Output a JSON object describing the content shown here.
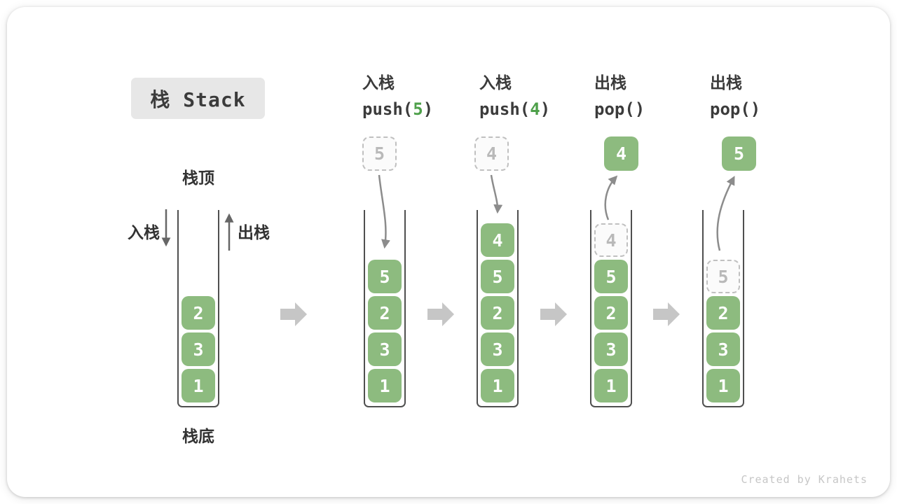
{
  "title_badge": "栈 Stack",
  "watermark": "Created by Krahets",
  "legend": {
    "stack_top": "栈顶",
    "stack_bottom": "栈底",
    "push": "入栈",
    "pop": "出栈"
  },
  "operations": [
    {
      "title": "入栈",
      "code_pre": "push(",
      "code_arg": "5",
      "code_post": ")"
    },
    {
      "title": "入栈",
      "code_pre": "push(",
      "code_arg": "4",
      "code_post": ")"
    },
    {
      "title": "出栈",
      "code_pre": "pop()",
      "code_arg": "",
      "code_post": ""
    },
    {
      "title": "出栈",
      "code_pre": "pop()",
      "code_arg": "",
      "code_post": ""
    }
  ],
  "floating_boxes": [
    {
      "value": "5",
      "style": "ghost"
    },
    {
      "value": "4",
      "style": "ghost"
    },
    {
      "value": "4",
      "style": "solid"
    },
    {
      "value": "5",
      "style": "solid"
    }
  ],
  "cells_order": "bottom_to_top",
  "stacks": [
    {
      "state": "initial",
      "cells": [
        {
          "value": "1"
        },
        {
          "value": "3"
        },
        {
          "value": "2"
        }
      ]
    },
    {
      "state": "after-push-5",
      "cells": [
        {
          "value": "1"
        },
        {
          "value": "3"
        },
        {
          "value": "2"
        },
        {
          "value": "5"
        }
      ]
    },
    {
      "state": "after-push-4",
      "cells": [
        {
          "value": "1"
        },
        {
          "value": "3"
        },
        {
          "value": "2"
        },
        {
          "value": "5"
        },
        {
          "value": "4"
        }
      ]
    },
    {
      "state": "after-pop-4",
      "cells": [
        {
          "value": "1"
        },
        {
          "value": "3"
        },
        {
          "value": "2"
        },
        {
          "value": "5"
        },
        {
          "value": "4",
          "ghost": true
        }
      ]
    },
    {
      "state": "after-pop-5",
      "cells": [
        {
          "value": "1"
        },
        {
          "value": "3"
        },
        {
          "value": "2"
        },
        {
          "value": "5",
          "ghost": true
        }
      ]
    }
  ],
  "colors": {
    "element_green": "#8dbb7f",
    "code_arg_green": "#4ea04a",
    "text_dark": "#3b3b3b",
    "ghost_gray": "#c0c0c0",
    "container_line": "#4f4f4f",
    "flow_arrow_gray": "#c6c6c6",
    "motion_arrow_gray": "#8c8c8c",
    "badge_bg": "#e7e7e7",
    "watermark_gray": "#c6c6c6"
  }
}
